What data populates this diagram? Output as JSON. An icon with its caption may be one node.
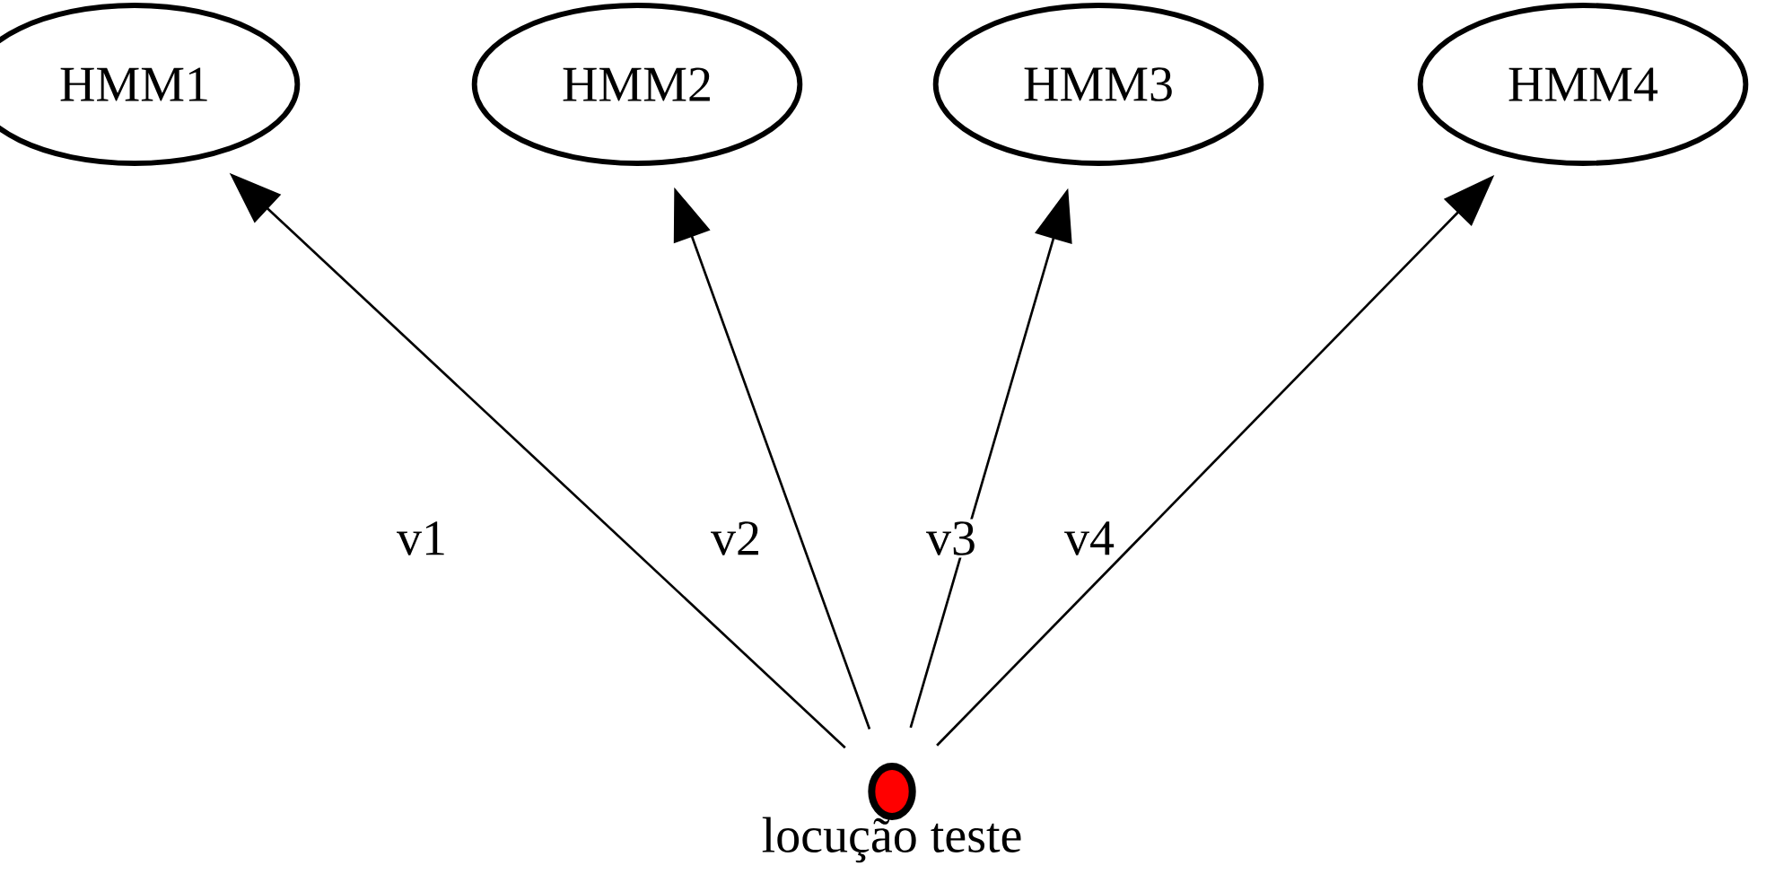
{
  "diagram": {
    "nodes": [
      {
        "text": [
          "HMM1"
        ]
      },
      {
        "text": [
          "HMM2"
        ]
      },
      {
        "text": [
          "HMM3"
        ]
      },
      {
        "text": [
          "HMM4"
        ]
      },
      {
        "text": [],
        "shape": "circle",
        "beside": [
          "locução teste"
        ]
      }
    ],
    "edges": [
      {
        "from": 4,
        "to": 0,
        "arrow": "to",
        "label": "v1"
      },
      {
        "from": 4,
        "to": 1,
        "arrow": "to",
        "label": "v2"
      },
      {
        "from": 4,
        "to": 2,
        "arrow": "to",
        "label": "v3"
      },
      {
        "from": 4,
        "to": 3,
        "arrow": "to",
        "label": "v4"
      }
    ]
  }
}
